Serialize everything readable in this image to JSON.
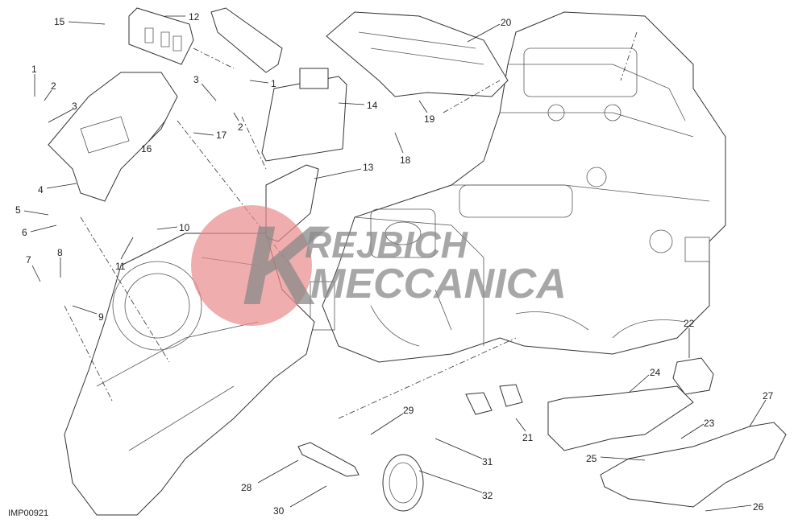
{
  "diagram_code": "IMP00921",
  "watermark": {
    "line1": "REJBICH",
    "line2": "MECCANICA",
    "initial": "K",
    "circle_color": "#e88a8a",
    "text_color": "#8a8a8a"
  },
  "callouts": [
    "15",
    "12",
    "1",
    "2",
    "3",
    "3",
    "1",
    "2",
    "14",
    "16",
    "17",
    "13",
    "4",
    "5",
    "6",
    "10",
    "11",
    "7",
    "8",
    "9",
    "20",
    "19",
    "18",
    "22",
    "24",
    "23",
    "25",
    "27",
    "26",
    "21",
    "29",
    "31",
    "32",
    "28",
    "30"
  ]
}
